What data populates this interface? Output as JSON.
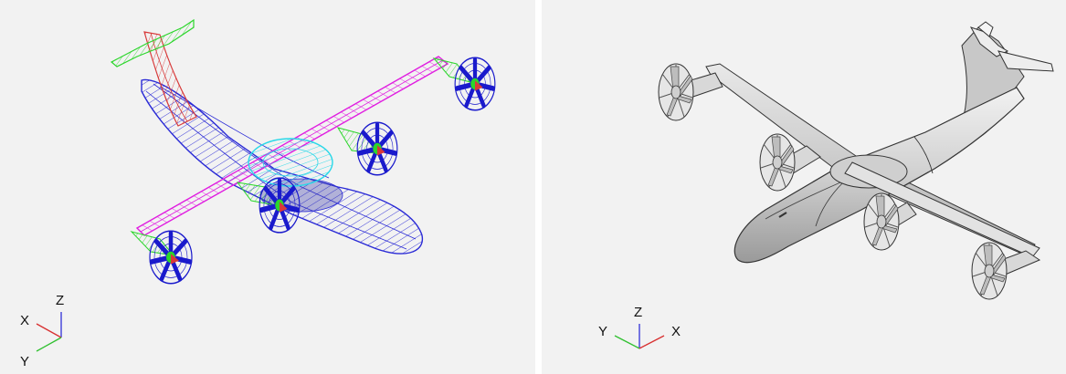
{
  "left_view": {
    "render_mode": "wireframe",
    "colors": {
      "fuselage": "#2a2ad6",
      "wing": "#e01ee0",
      "vertical_tail": "#d83a3a",
      "horizontal_tail": "#2bd62b",
      "nacelle": "#2bd62b",
      "propeller": "#1a1acc",
      "wing_root_fairing": "#29d8e8",
      "spinner": "#d83a3a"
    },
    "triad": {
      "labels": {
        "z": "Z",
        "x": "X",
        "y": "Y"
      }
    }
  },
  "right_view": {
    "render_mode": "shaded",
    "colors": {
      "surface": "#d4d4d4",
      "edge": "#2a2a2a"
    },
    "triad": {
      "labels": {
        "z": "Z",
        "y": "Y",
        "x": "X"
      }
    }
  },
  "background_color": "#f2f2f2"
}
